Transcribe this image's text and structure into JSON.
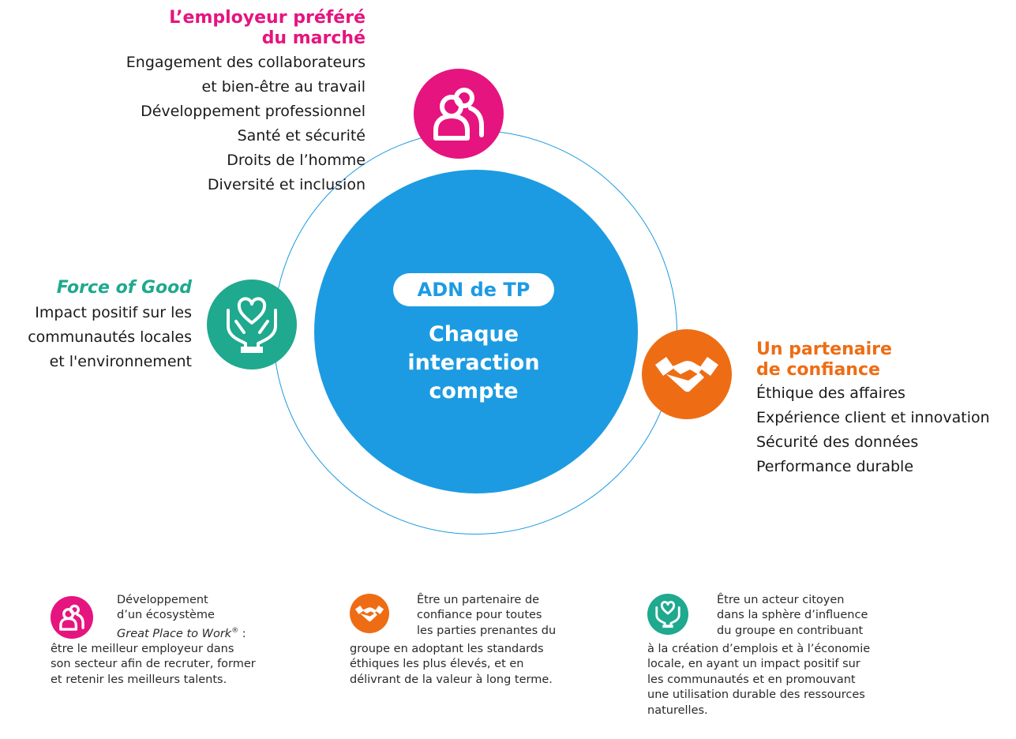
{
  "center": {
    "pill": "ADN de TP",
    "lines": [
      "Chaque",
      "interaction",
      "compte"
    ]
  },
  "employer": {
    "title_lines": [
      "L’employeur préféré",
      "du marché"
    ],
    "items": [
      "Engagement des collaborateurs",
      "et bien-être au travail",
      "Développement professionnel",
      "Santé et sécurité",
      "Droits de l’homme",
      "Diversité et inclusion"
    ],
    "icon": "people-icon",
    "color": "#e6147f"
  },
  "good": {
    "title": "Force of Good",
    "items": [
      "Impact positif sur les",
      "communautés locales",
      "et l'environnement"
    ],
    "icon": "hands-heart-icon",
    "color": "#1fa98e"
  },
  "partner": {
    "title_lines": [
      "Un partenaire",
      "de confiance"
    ],
    "items": [
      "Éthique des affaires",
      "Expérience client et innovation",
      "Sécurité des données",
      "Performance durable"
    ],
    "icon": "handshake-icon",
    "color": "#ee6d14"
  },
  "notes": {
    "employer": {
      "lines_top": [
        "Développement",
        "d’un écosystème"
      ],
      "italic": "Great Place to Work",
      "reg": "®",
      "after": " :",
      "lines": [
        "être le meilleur employeur dans",
        "son secteur afin de recruter, former",
        "et retenir les meilleurs talents."
      ]
    },
    "partner": {
      "lines_top": [
        "Être un partenaire de",
        "confiance pour toutes",
        "les parties prenantes du"
      ],
      "lines": [
        "groupe en adoptant les standards",
        "éthiques les plus élevés, et en",
        "délivrant de la valeur à long terme."
      ]
    },
    "good": {
      "lines_top": [
        "Être un acteur citoyen",
        "dans la sphère d’influence",
        "du groupe en contribuant"
      ],
      "lines": [
        "à la création d’emplois et à l’économie",
        "locale, en ayant un impact positif sur",
        "les communautés et en promouvant",
        "une utilisation durable des ressources",
        "naturelles."
      ]
    }
  }
}
